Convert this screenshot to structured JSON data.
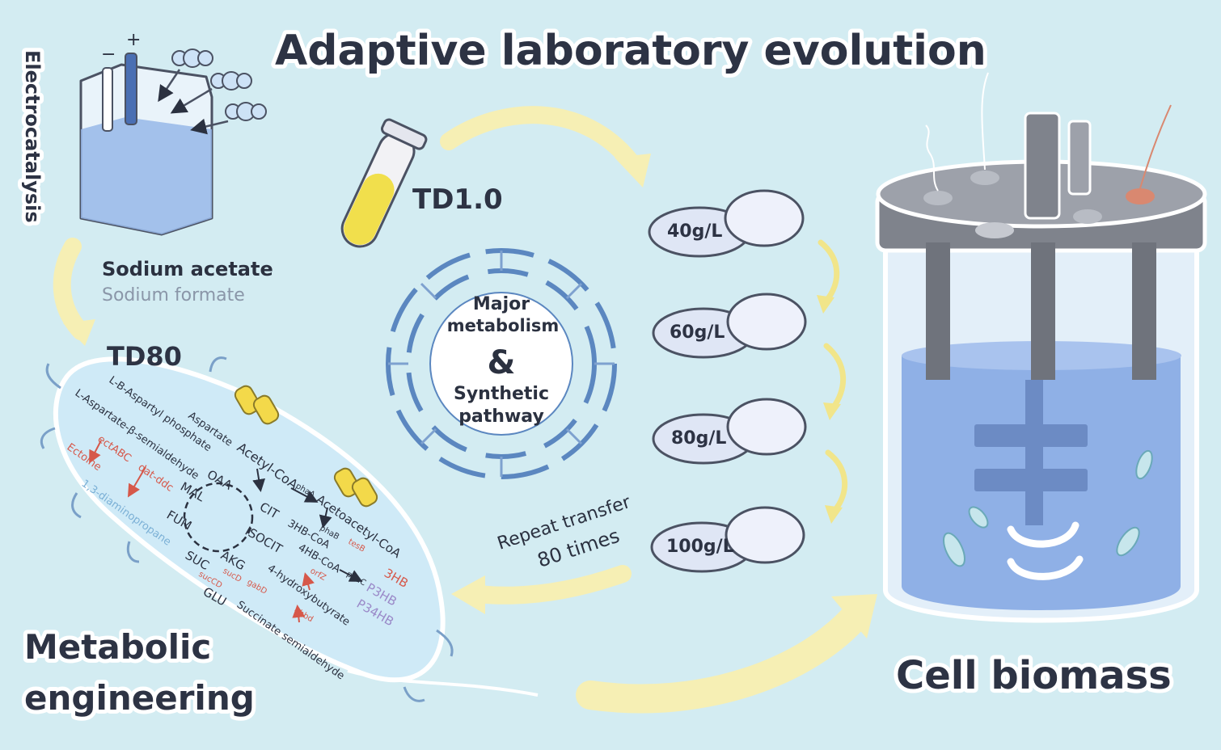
{
  "titles": {
    "adaptive": "Adaptive laboratory evolution",
    "electro": "Electrocatalysis",
    "metabolic_1": "Metabolic",
    "metabolic_2": "engineering",
    "cell_biomass": "Cell biomass"
  },
  "electrolysis": {
    "minus": "−",
    "plus": "+"
  },
  "substrates": {
    "acetate": "Sodium acetate",
    "formate": "Sodium formate"
  },
  "strains": {
    "td10": "TD1.0",
    "td80": "TD80"
  },
  "dna_center": {
    "line1": "Major",
    "line2": "metabolism",
    "line3": "&",
    "line4": "Synthetic",
    "line5": "pathway"
  },
  "plates": [
    "40g/L",
    "60g/L",
    "80g/L",
    "100g/L"
  ],
  "repeat": {
    "line1": "Repeat transfer",
    "line2": "80 times"
  },
  "pathway": {
    "l_b_asp_phos": "L-B-Aspartyl phosphate",
    "l_asp_semi": "L-Aspartate-β-semialdehyde",
    "aspartate": "Aspartate",
    "acetyl_coa": "Acetyl-CoA",
    "acetoacetyl_coa": "Acetoacetyl-CoA",
    "oaa": "OAA",
    "mal": "MAL",
    "fum": "FUM",
    "cit": "CIT",
    "isocit": "ISOCIT",
    "akg": "AKG",
    "suc": "SUC",
    "glu": "GLU",
    "hb3_coa": "3HB-CoA",
    "hb4_coa": "4HB-CoA",
    "hb4": "4-hydroxybutyrate",
    "succ_semi": "Succinate semialdehyde",
    "ectabc": "ectABC",
    "ectoine": "Ectoine",
    "dat_ddc": "dat-ddc",
    "diaminopropane": "1,3-diaminopropane",
    "phaA": "phaA",
    "phaB": "phaB",
    "phaC": "phaC",
    "tesB": "tesB",
    "orfZ": "orfZ",
    "hbd4": "4hbd",
    "sucD": "sucD",
    "gabD": "gabD",
    "sucCD": "sucCD",
    "hb3": "3HB",
    "p3hb": "P3HB",
    "p34hb": "P34HB"
  },
  "colors": {
    "background": "#d3ecf2",
    "arrow_yellow": "#f6efb4",
    "dna_blue": "#5b87c0",
    "text_dark": "#2d3344",
    "red_text": "#d6584a",
    "purple_text": "#9a89c8",
    "liquid_blue": "#8fb0e6"
  }
}
